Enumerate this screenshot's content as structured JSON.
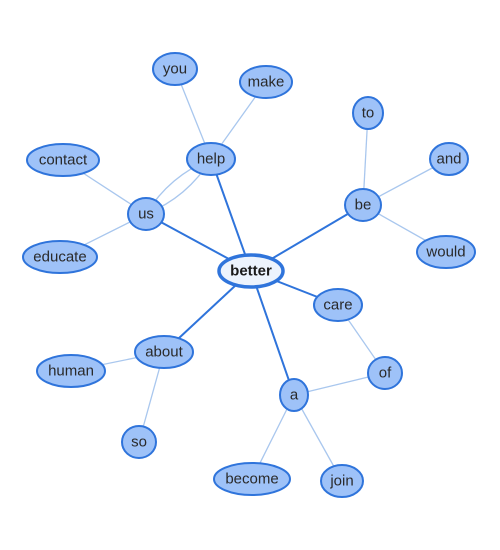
{
  "diagram": {
    "center_word": "better",
    "words": {
      "better": "better",
      "help": "help",
      "you": "you",
      "make": "make",
      "us": "us",
      "contact": "contact",
      "educate": "educate",
      "be": "be",
      "to": "to",
      "and": "and",
      "would": "would",
      "care": "care",
      "of": "of",
      "a": "a",
      "about": "about",
      "human": "human",
      "so": "so",
      "become": "become",
      "join": "join"
    },
    "links": [
      {
        "source": "better",
        "target": "help",
        "strength": "strong"
      },
      {
        "source": "better",
        "target": "us",
        "strength": "strong"
      },
      {
        "source": "better",
        "target": "be",
        "strength": "strong"
      },
      {
        "source": "better",
        "target": "care",
        "strength": "strong"
      },
      {
        "source": "better",
        "target": "a",
        "strength": "strong"
      },
      {
        "source": "better",
        "target": "about",
        "strength": "strong"
      },
      {
        "source": "help",
        "target": "you",
        "strength": "weak"
      },
      {
        "source": "help",
        "target": "make",
        "strength": "weak"
      },
      {
        "source": "help",
        "target": "us",
        "strength": "weak"
      },
      {
        "source": "us",
        "target": "help",
        "strength": "weak"
      },
      {
        "source": "us",
        "target": "contact",
        "strength": "weak"
      },
      {
        "source": "us",
        "target": "educate",
        "strength": "weak"
      },
      {
        "source": "be",
        "target": "to",
        "strength": "weak"
      },
      {
        "source": "be",
        "target": "and",
        "strength": "weak"
      },
      {
        "source": "be",
        "target": "would",
        "strength": "weak"
      },
      {
        "source": "care",
        "target": "of",
        "strength": "weak"
      },
      {
        "source": "of",
        "target": "a",
        "strength": "weak"
      },
      {
        "source": "a",
        "target": "become",
        "strength": "weak"
      },
      {
        "source": "a",
        "target": "join",
        "strength": "weak"
      },
      {
        "source": "about",
        "target": "human",
        "strength": "weak"
      },
      {
        "source": "about",
        "target": "so",
        "strength": "weak"
      }
    ],
    "colors": {
      "node_fill": "#9ec2f8",
      "node_border": "#2f74db",
      "center_fill": "#ecf3fd",
      "strong_link": "#2f74db",
      "weak_link": "#a9c7ee"
    }
  }
}
